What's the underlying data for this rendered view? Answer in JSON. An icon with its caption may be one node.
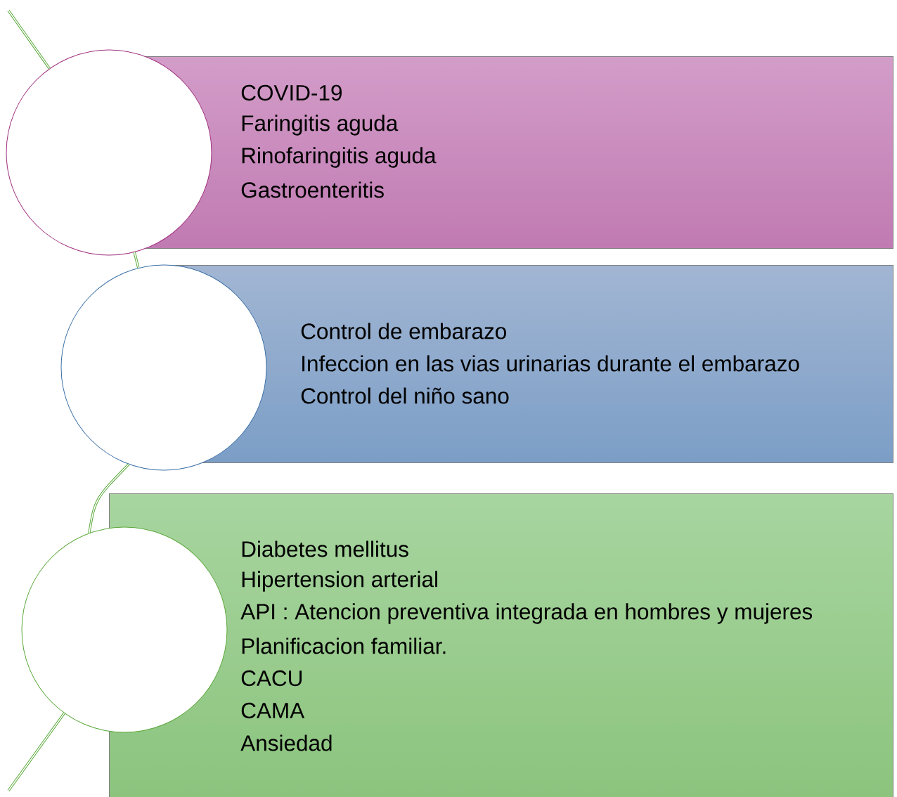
{
  "diagram": {
    "nodes": [
      {
        "text": [],
        "shape": "circle"
      },
      {
        "text": [
          "COVID-19",
          "Faringitis aguda",
          "Rinofaringitis aguda",
          "Gastroenteritis"
        ]
      },
      {
        "text": [],
        "shape": "circle"
      },
      {
        "text": [
          "Control de embarazo",
          "Infeccion en las vias urinarias durante el embarazo",
          "Control del niño sano"
        ]
      },
      {
        "text": [],
        "shape": "circle"
      },
      {
        "text": [
          "Diabetes mellitus",
          "Hipertension arterial",
          "API : Atencion preventiva integrada en hombres y mujeres",
          "Planificacion familiar.",
          "CACU",
          "CAMA",
          "Ansiedad"
        ]
      }
    ],
    "edges": [
      {
        "from": null,
        "to": 0,
        "arrow": "none"
      },
      {
        "from": 0,
        "to": 2,
        "arrow": "none"
      },
      {
        "from": 2,
        "to": 4,
        "arrow": "none"
      },
      {
        "from": 4,
        "to": null,
        "arrow": "none"
      }
    ]
  }
}
